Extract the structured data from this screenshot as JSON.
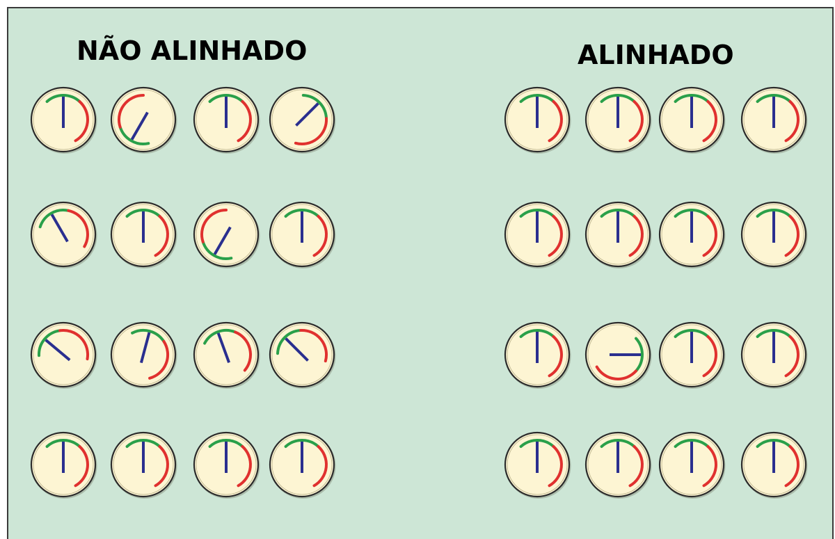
{
  "panels": {
    "left_title": "NÃO ALINHADO",
    "right_title": "ALINHADO"
  },
  "colors": {
    "background": "#cde6d6",
    "gauge_face": "#fdf5d3",
    "gauge_rim": "#2b2b2b",
    "arc_green": "#2aa04a",
    "arc_red": "#e0312f",
    "needle": "#2a2f8f"
  },
  "gauge_legend": "each gauge has a green arc followed by a red arc and a blue needle; in the aligned panel almost all gauges point to 12 o'clock",
  "left_gauges": [
    [
      0,
      210,
      0,
      45
    ],
    [
      -30,
      0,
      210,
      0
    ],
    [
      -50,
      15,
      -20,
      -45
    ],
    [
      0,
      0,
      0,
      0
    ]
  ],
  "right_gauges": [
    [
      0,
      0,
      0,
      0
    ],
    [
      0,
      0,
      0,
      0
    ],
    [
      0,
      90,
      0,
      0
    ],
    [
      0,
      0,
      0,
      0
    ]
  ]
}
